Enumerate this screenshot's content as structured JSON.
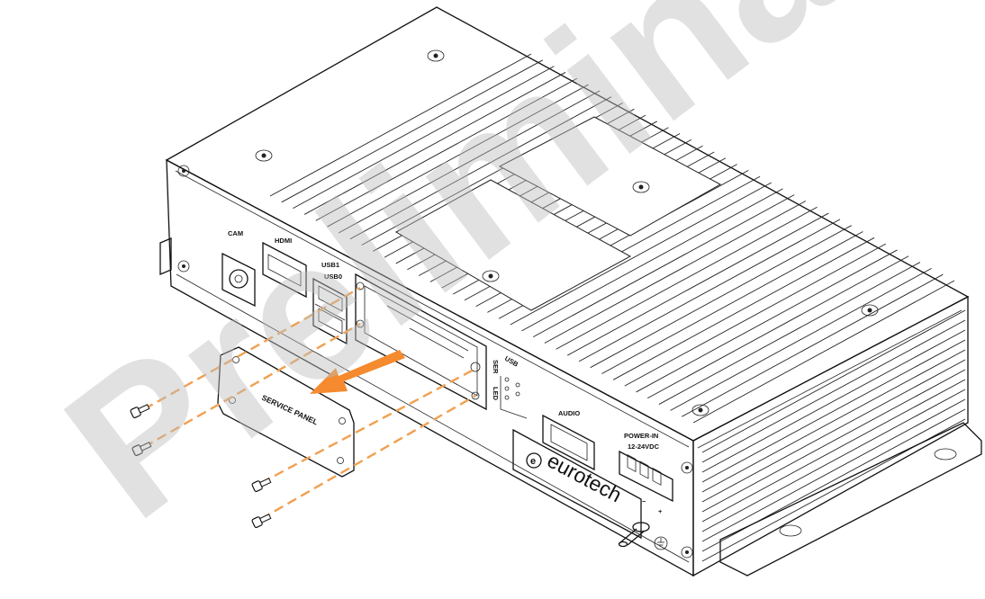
{
  "watermark": "Preliminary",
  "labels": {
    "cam": "CAM",
    "hdmi": "HDMI",
    "usb1": "USB1",
    "usb0": "USB0",
    "ser": "SER",
    "led": "LED",
    "usb": "USB",
    "audio": "AUDIO",
    "power_in": "POWER-IN",
    "voltage": "12-24VDC",
    "minus": "−",
    "plus": "+",
    "service_panel": "SERVICE PANEL",
    "brand": "eurotech",
    "brand_mark": "e"
  },
  "colors": {
    "guide_lines": "#f0a050",
    "arrow": "#f58a2e",
    "outline": "#111111",
    "watermark": "#bdbdbd"
  },
  "icons": [
    "screw-icon",
    "ground-symbol-icon",
    "arrow-icon"
  ]
}
